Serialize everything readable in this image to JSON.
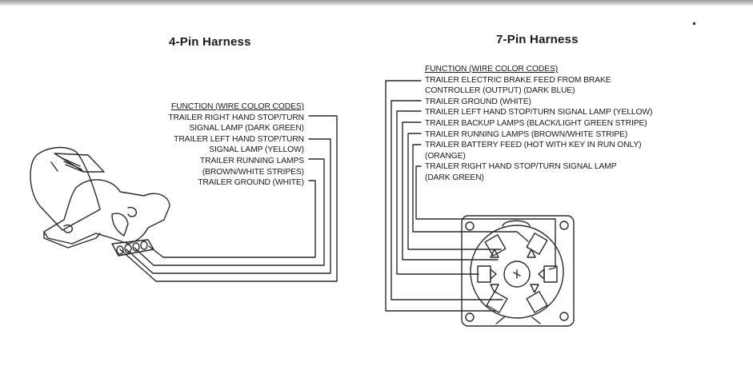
{
  "diagrams": [
    {
      "title": "4-Pin Harness",
      "legend_header": "FUNCTION (WIRE COLOR CODES)",
      "lines": [
        "TRAILER RIGHT HAND STOP/TURN",
        "SIGNAL LAMP (DARK GREEN)",
        "TRAILER LEFT HAND STOP/TURN",
        "SIGNAL LAMP (YELLOW)",
        "TRAILER RUNNING LAMPS",
        "(BROWN/WHITE STRIPES)",
        "TRAILER GROUND (WHITE)"
      ],
      "pins": [
        {
          "function": "Trailer right hand stop/turn signal lamp",
          "wire_color": "Dark Green"
        },
        {
          "function": "Trailer left hand stop/turn signal lamp",
          "wire_color": "Yellow"
        },
        {
          "function": "Trailer running lamps",
          "wire_color": "Brown/White Stripes"
        },
        {
          "function": "Trailer ground",
          "wire_color": "White"
        }
      ]
    },
    {
      "title": "7-Pin Harness",
      "legend_header": "FUNCTION (WIRE COLOR CODES)",
      "lines": [
        "TRAILER ELECTRIC BRAKE FEED FROM BRAKE",
        "CONTROLLER (OUTPUT) (DARK BLUE)",
        "TRAILER GROUND (WHITE)",
        "TRAILER LEFT HAND STOP/TURN SIGNAL LAMP (YELLOW)",
        "TRAILER BACKUP LAMPS (BLACK/LIGHT GREEN STRIPE)",
        "TRAILER RUNNING LAMPS (BROWN/WHITE STRIPE)",
        "TRAILER BATTERY FEED (HOT WITH KEY IN RUN ONLY)",
        "(ORANGE)",
        "TRAILER RIGHT HAND STOP/TURN SIGNAL LAMP",
        "(DARK GREEN)"
      ],
      "pins": [
        {
          "function": "Trailer electric brake feed from brake controller (output)",
          "wire_color": "Dark Blue"
        },
        {
          "function": "Trailer ground",
          "wire_color": "White"
        },
        {
          "function": "Trailer left hand stop/turn signal lamp",
          "wire_color": "Yellow"
        },
        {
          "function": "Trailer backup lamps",
          "wire_color": "Black/Light Green Stripe"
        },
        {
          "function": "Trailer running lamps",
          "wire_color": "Brown/White Stripe"
        },
        {
          "function": "Trailer battery feed (hot with key in run only)",
          "wire_color": "Orange"
        },
        {
          "function": "Trailer right hand stop/turn signal lamp",
          "wire_color": "Dark Green"
        }
      ]
    }
  ],
  "colors": {
    "line": "#2a2a2a",
    "background": "#ffffff"
  }
}
